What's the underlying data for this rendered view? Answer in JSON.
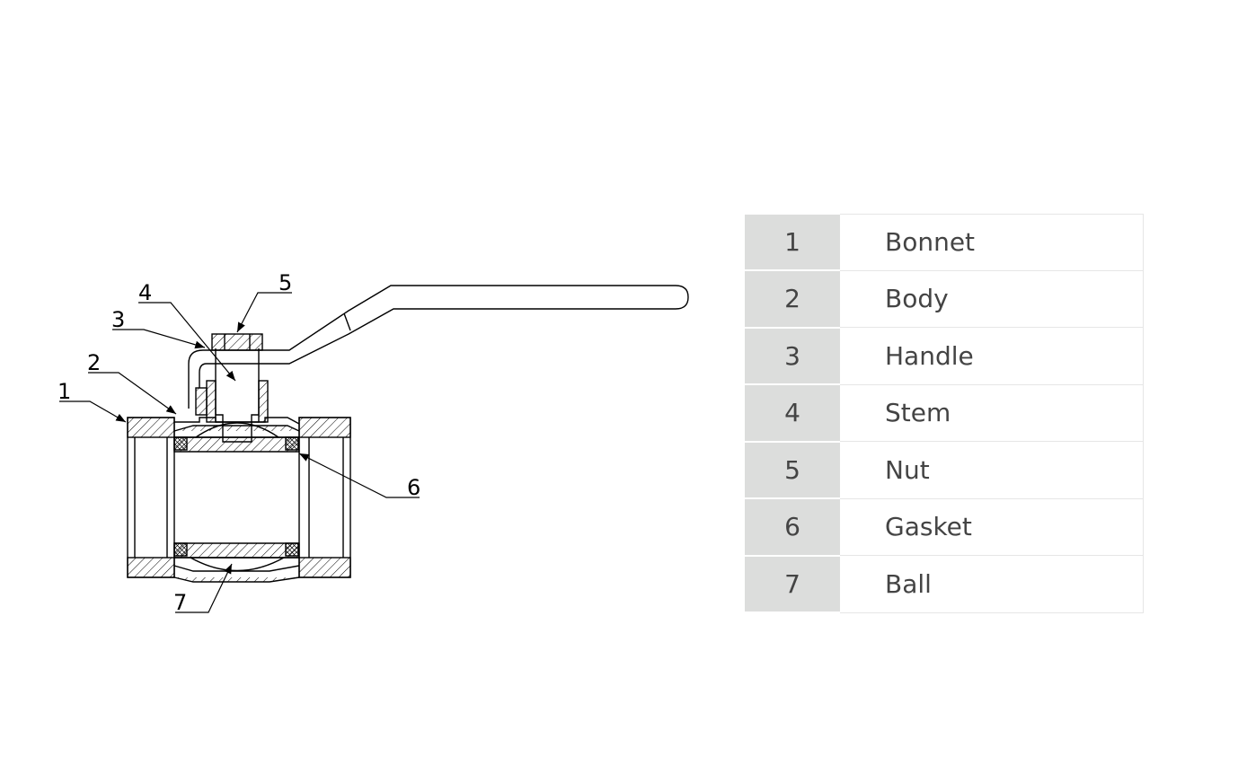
{
  "callouts": [
    "1",
    "2",
    "3",
    "4",
    "5",
    "6",
    "7"
  ],
  "parts": [
    {
      "number": "1",
      "name": "Bonnet"
    },
    {
      "number": "2",
      "name": "Body"
    },
    {
      "number": "3",
      "name": "Handle"
    },
    {
      "number": "4",
      "name": "Stem"
    },
    {
      "number": "5",
      "name": "Nut"
    },
    {
      "number": "6",
      "name": "Gasket"
    },
    {
      "number": "7",
      "name": "Ball"
    }
  ]
}
